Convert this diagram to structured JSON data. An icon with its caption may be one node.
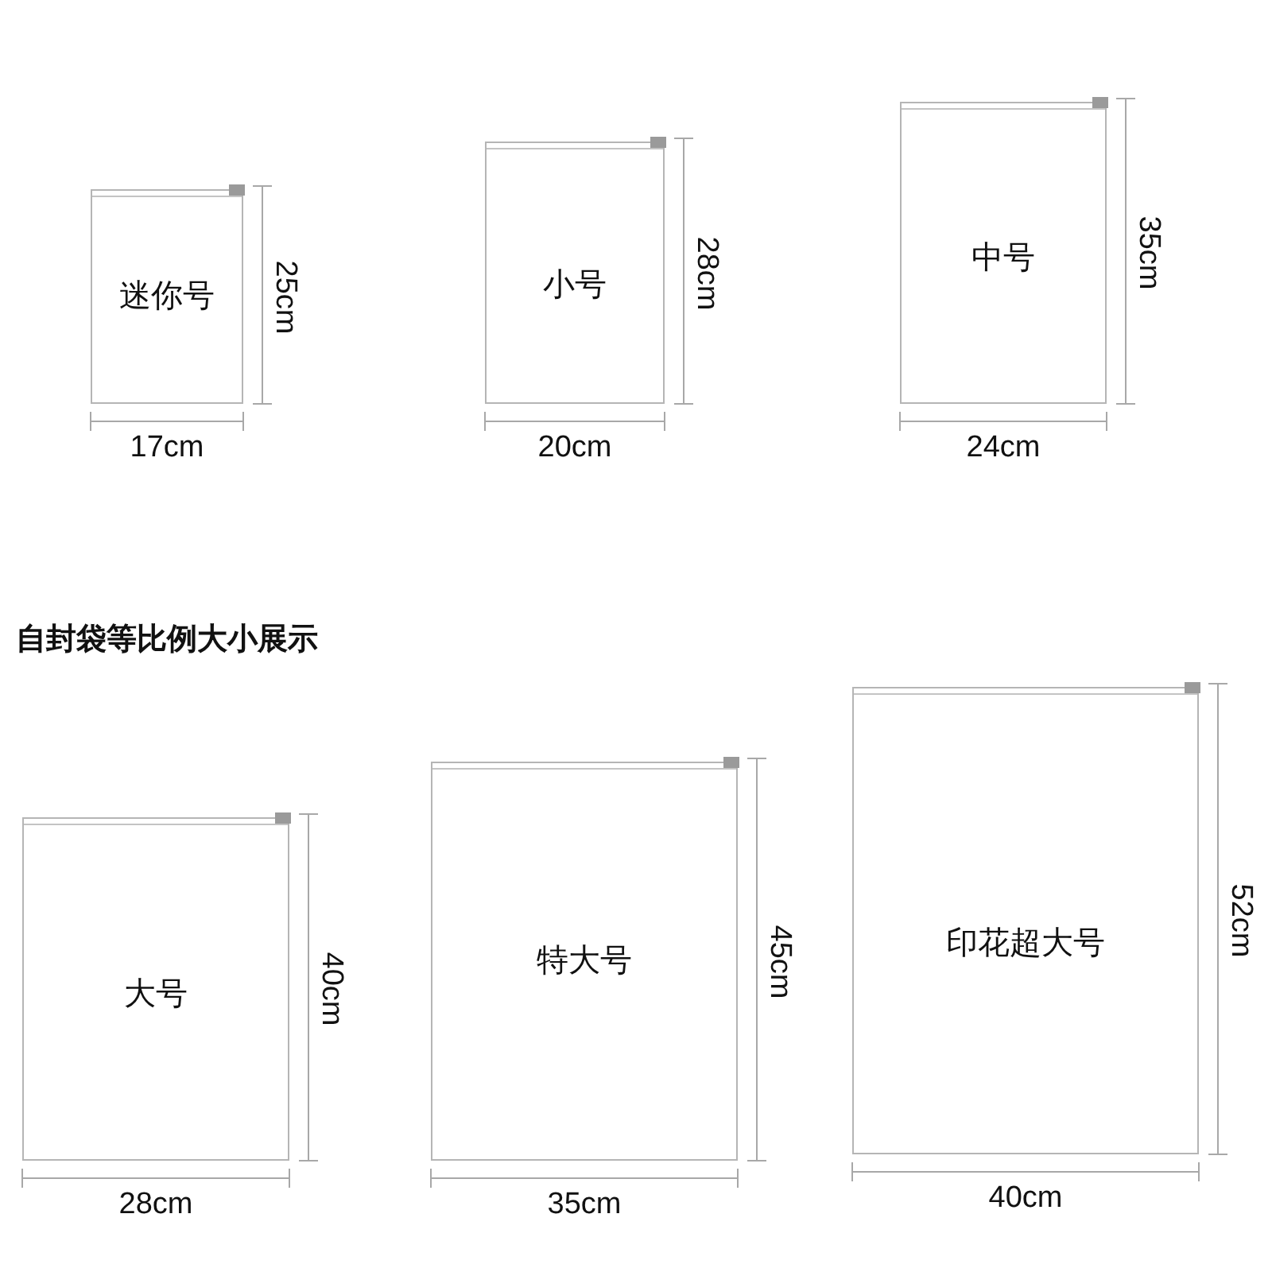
{
  "diagram": {
    "title": "自封袋等比例大小展示",
    "nodes": [
      {
        "text": [
          "迷你号"
        ],
        "beside": [
          "25cm",
          "17cm"
        ]
      },
      {
        "text": [
          "小号"
        ],
        "beside": [
          "28cm",
          "20cm"
        ]
      },
      {
        "text": [
          "中号"
        ],
        "beside": [
          "35cm",
          "24cm"
        ]
      },
      {
        "text": [
          "大号"
        ],
        "beside": [
          "40cm",
          "28cm"
        ]
      },
      {
        "text": [
          "特大号"
        ],
        "beside": [
          "45cm",
          "35cm"
        ]
      },
      {
        "text": [
          "印花超大号"
        ],
        "beside": [
          "52cm",
          "40cm"
        ]
      }
    ]
  }
}
